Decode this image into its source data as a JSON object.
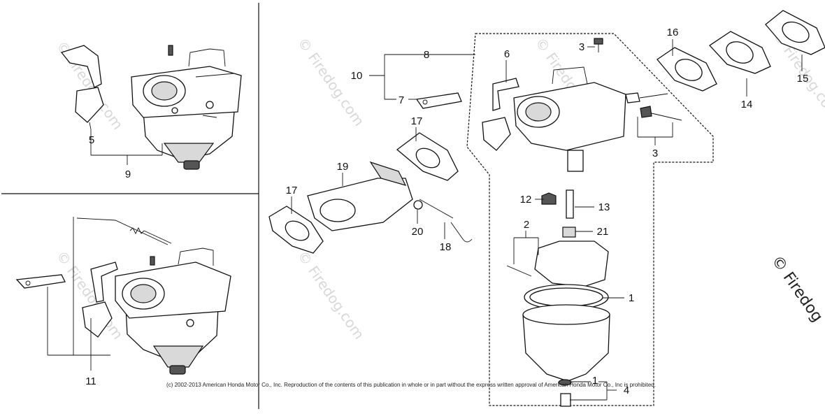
{
  "labels": {
    "l1a": "1",
    "l1b": "1",
    "l2": "2",
    "l3a": "3",
    "l3b": "3",
    "l4": "4",
    "l5": "5",
    "l6": "6",
    "l7": "7",
    "l8": "8",
    "l9": "9",
    "l10": "10",
    "l11": "11",
    "l12": "12",
    "l13": "13",
    "l14": "14",
    "l15": "15",
    "l16": "16",
    "l17a": "17",
    "l17b": "17",
    "l18": "18",
    "l19": "19",
    "l20": "20",
    "l21": "21"
  },
  "watermark": {
    "text": "© Firedog.com",
    "edge_text": "© Firedog"
  },
  "copyright": "(c) 2002-2013 American Honda Motor Co., Inc. Reproduction of the contents of this publication in whole or in part without the express written approval of American Honda Motor Co., Inc is prohibited."
}
